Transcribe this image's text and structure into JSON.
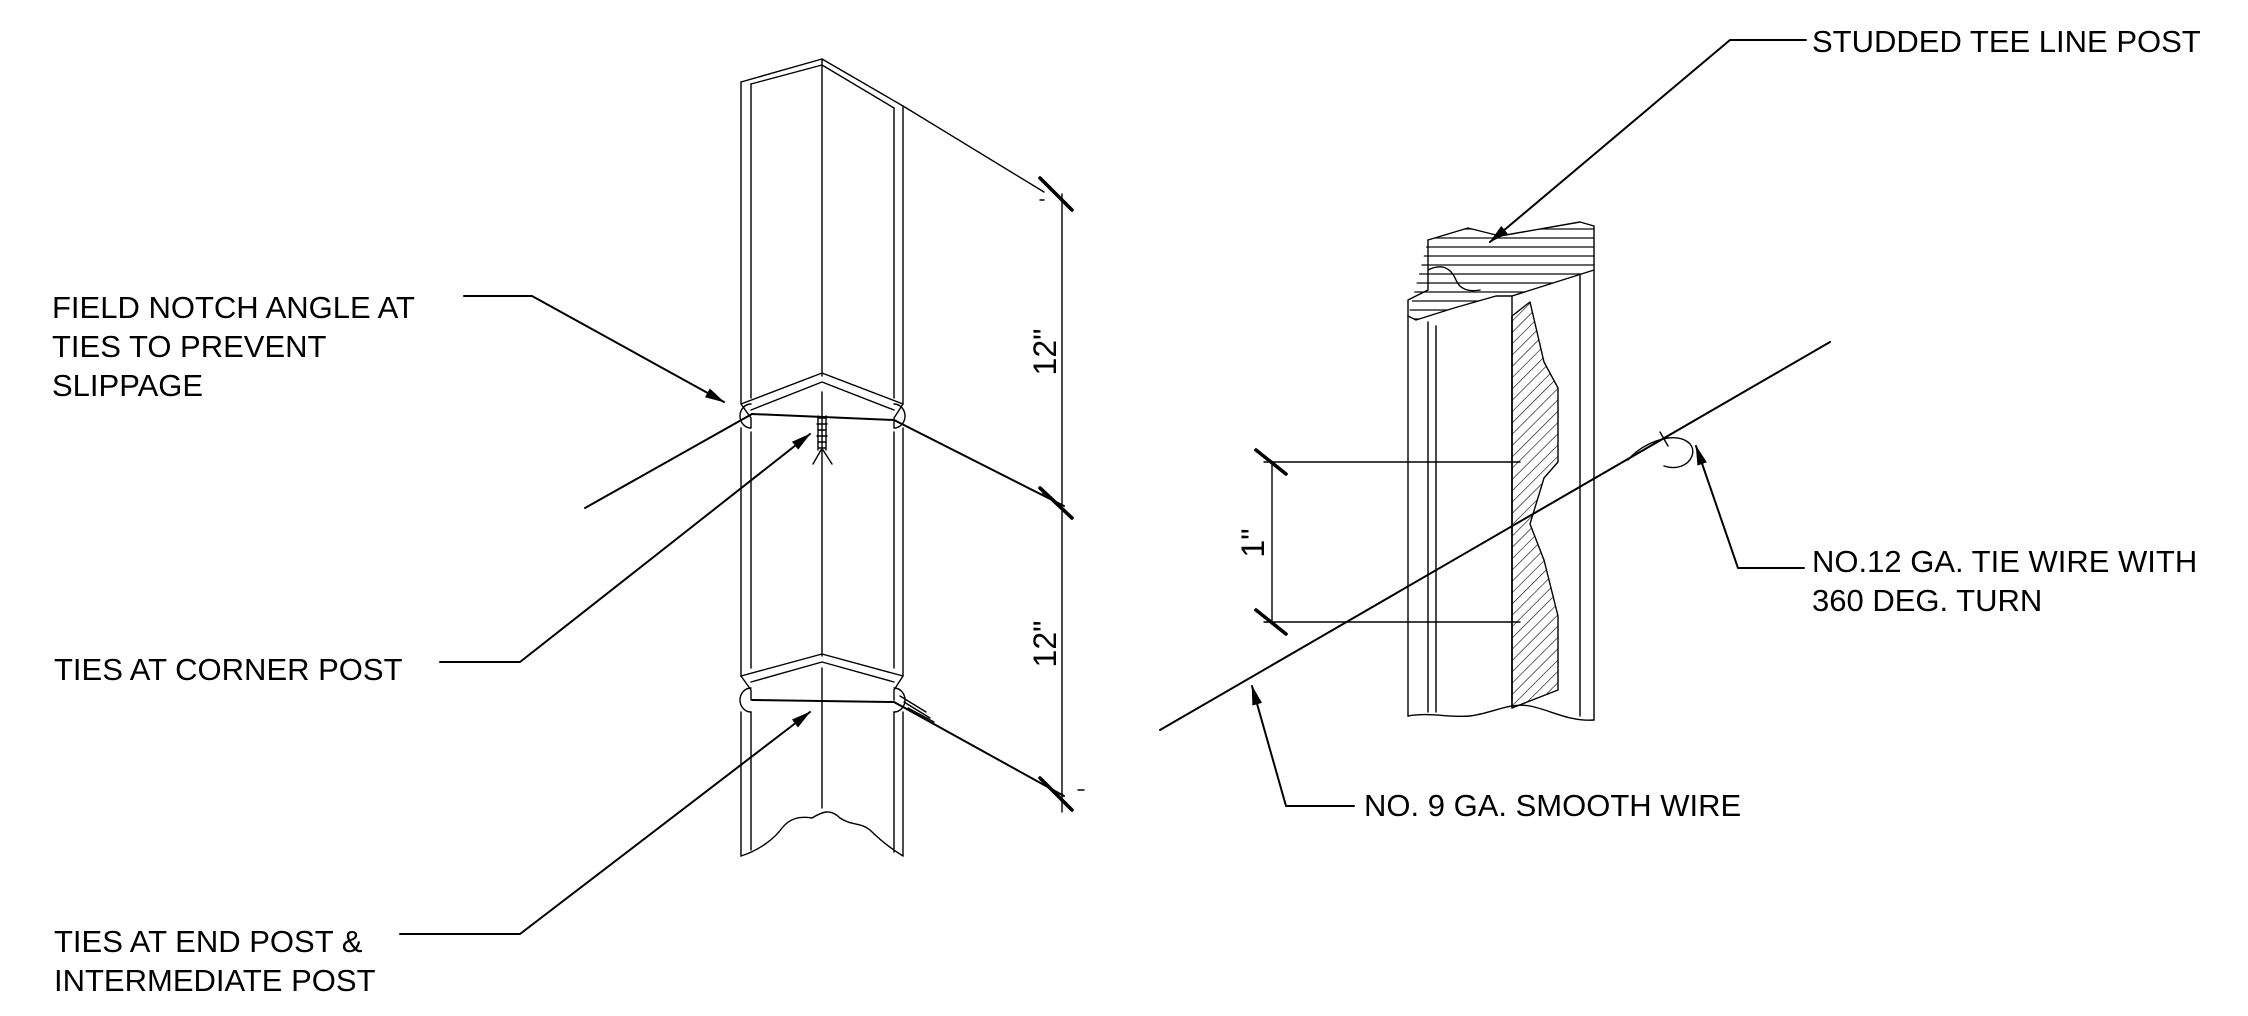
{
  "callouts": {
    "field_notch": [
      "FIELD NOTCH ANGLE AT",
      "TIES TO PREVENT",
      "SLIPPAGE"
    ],
    "ties_corner": [
      "TIES AT CORNER POST"
    ],
    "ties_end": [
      "TIES AT END POST &",
      "INTERMEDIATE POST"
    ],
    "studded_tee": [
      "STUDDED TEE LINE POST"
    ],
    "tie_wire": [
      "NO.12 GA. TIE WIRE WITH",
      "360 DEG. TURN"
    ],
    "smooth_wire": [
      "NO. 9 GA. SMOOTH WIRE"
    ]
  },
  "dimensions": {
    "upper_spacing": "12\"",
    "lower_spacing": "12\"",
    "stud_spacing": "1\""
  },
  "colors": {
    "ink": "#000000",
    "background": "#ffffff"
  }
}
